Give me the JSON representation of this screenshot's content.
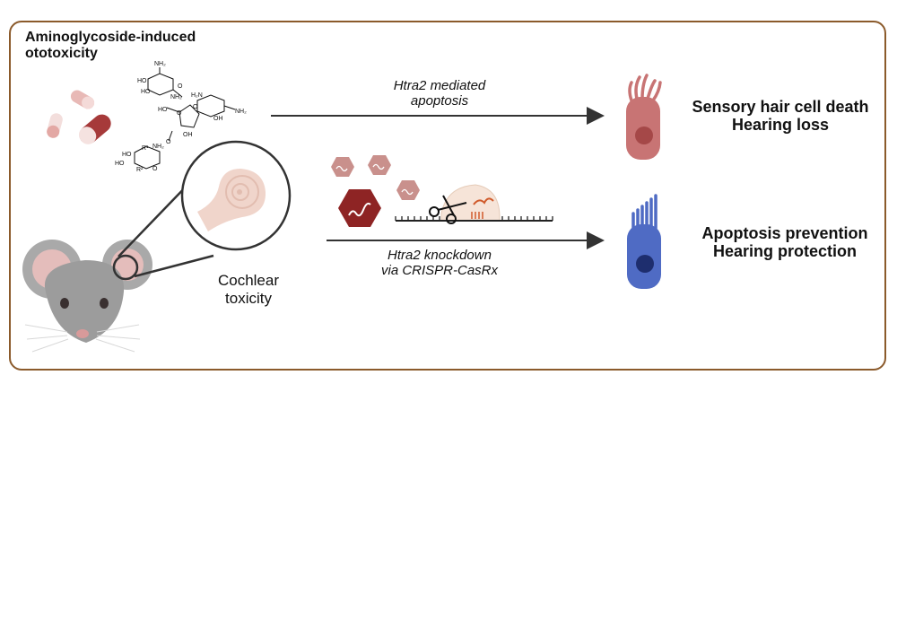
{
  "title": {
    "line1": "Aminoglycoside-induced",
    "line2": "ototoxicity"
  },
  "arrow_top": {
    "line1": "Htra2 mediated",
    "line2": "apoptosis"
  },
  "arrow_bottom": {
    "line1": "Htra2 knockdown",
    "line2": "via CRISPR-CasRx"
  },
  "cochlea_label": {
    "line1": "Cochlear",
    "line2": "toxicity"
  },
  "outcome_top": {
    "line1": "Sensory hair cell death",
    "line2": "Hearing loss"
  },
  "outcome_bottom": {
    "line1": "Apoptosis prevention",
    "line2": "Hearing protection"
  },
  "molecule": {
    "labels": [
      "NH₂",
      "HO",
      "HO",
      "NH₂",
      "H₂N",
      "O",
      "O",
      "NH₂",
      "OH",
      "HO",
      "O",
      "OH",
      "R¹",
      "NH₂",
      "HO",
      "HO",
      "R²",
      "O",
      "O"
    ]
  },
  "colors": {
    "frame": "#8B5A2B",
    "damaged_cell": "#C87474",
    "protected_cell": "#4F6BC4",
    "capsule_dark": "#A63A3A",
    "hexagon": "#8E2424",
    "virus": "#C9908C",
    "arrow": "#333333"
  }
}
